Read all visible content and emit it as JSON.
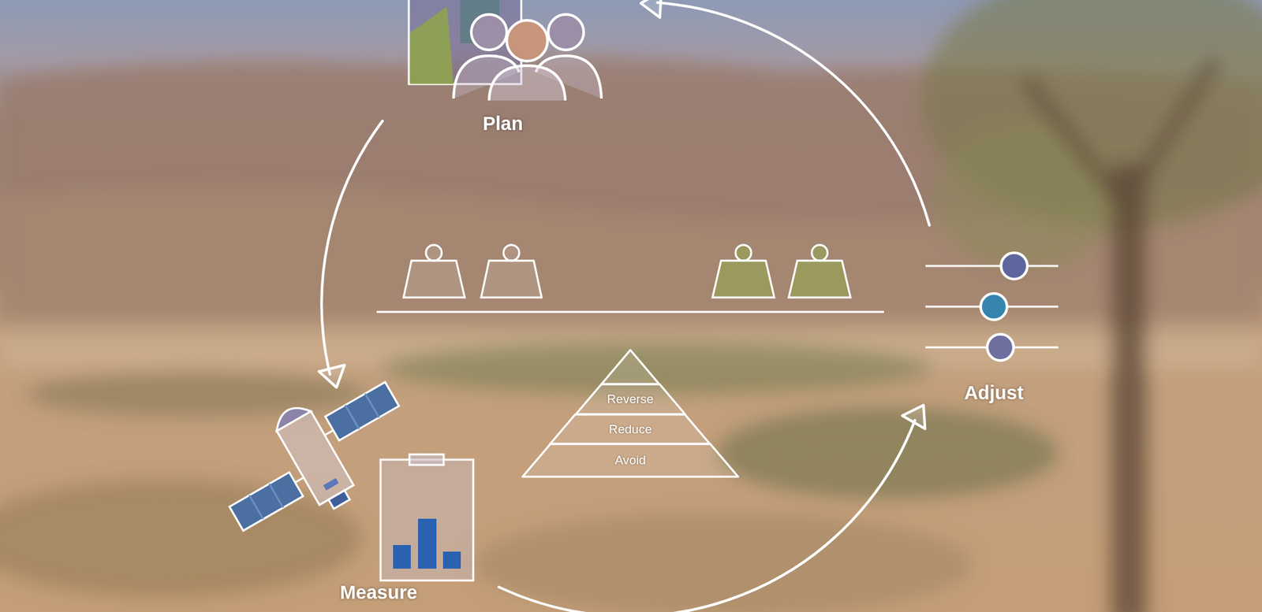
{
  "diagram": {
    "nodes": [
      {
        "text": [
          "Reverse"
        ]
      },
      {
        "text": [
          "Reduce"
        ]
      },
      {
        "text": [
          "Avoid"
        ]
      }
    ],
    "labels": [
      "Plan",
      "Adjust",
      "Measure"
    ]
  }
}
